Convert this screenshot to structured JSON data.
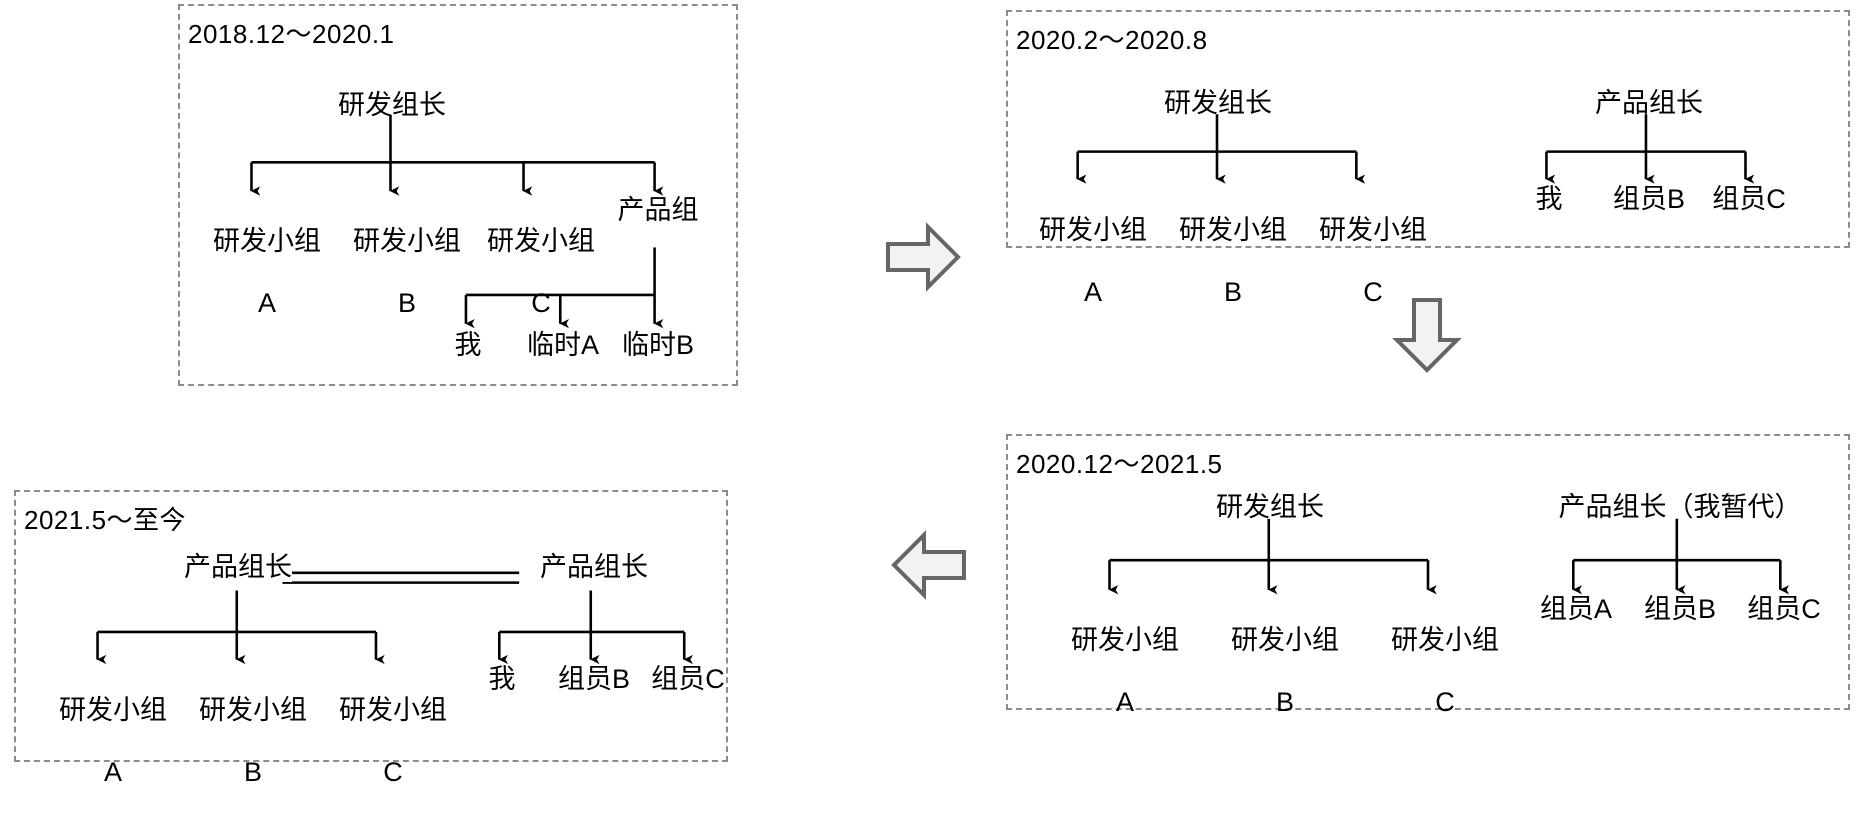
{
  "diagram": {
    "title": "团队组织结构演变图",
    "type": "org-chart-flow",
    "stroke_color": "#000000",
    "panel_border_color": "#8c8c8c",
    "arrow_fill": "#f2f2f2",
    "arrow_stroke": "#666666"
  },
  "panels": [
    {
      "id": "p1",
      "title": "2018.12～2020.1",
      "nodes": {
        "root": "研发组长",
        "c1_l1": "研发小组",
        "c1_l2": "A",
        "c2_l1": "研发小组",
        "c2_l2": "B",
        "c3_l1": "研发小组",
        "c3_l2": "C",
        "c4": "产品组",
        "g1": "我",
        "g2": "临时A",
        "g3": "临时B"
      }
    },
    {
      "id": "p2",
      "title": "2020.2～2020.8",
      "nodes": {
        "root_left": "研发组长",
        "l1_l1": "研发小组",
        "l1_l2": "A",
        "l2_l1": "研发小组",
        "l2_l2": "B",
        "l3_l1": "研发小组",
        "l3_l2": "C",
        "root_right": "产品组长",
        "r1": "我",
        "r2": "组员B",
        "r3": "组员C"
      }
    },
    {
      "id": "p3",
      "title": "2020.12～2021.5",
      "nodes": {
        "root_left": "研发组长",
        "l1_l1": "研发小组",
        "l1_l2": "A",
        "l2_l1": "研发小组",
        "l2_l2": "B",
        "l3_l1": "研发小组",
        "l3_l2": "C",
        "root_right": "产品组长（我暂代）",
        "r1": "组员A",
        "r2": "组员B",
        "r3": "组员C"
      }
    },
    {
      "id": "p4",
      "title": "2021.5～至今",
      "nodes": {
        "root_left": "产品组长",
        "root_right": "产品组长",
        "l1_l1": "研发小组",
        "l1_l2": "A",
        "l2_l1": "研发小组",
        "l2_l2": "B",
        "l3_l1": "研发小组",
        "l3_l2": "C",
        "r1": "我",
        "r2": "组员B",
        "r3": "组员C"
      }
    }
  ],
  "flow_arrows": [
    {
      "name": "arrow-p1-to-p2",
      "direction": "right"
    },
    {
      "name": "arrow-p2-to-p3",
      "direction": "down"
    },
    {
      "name": "arrow-p3-to-p4",
      "direction": "left"
    }
  ]
}
